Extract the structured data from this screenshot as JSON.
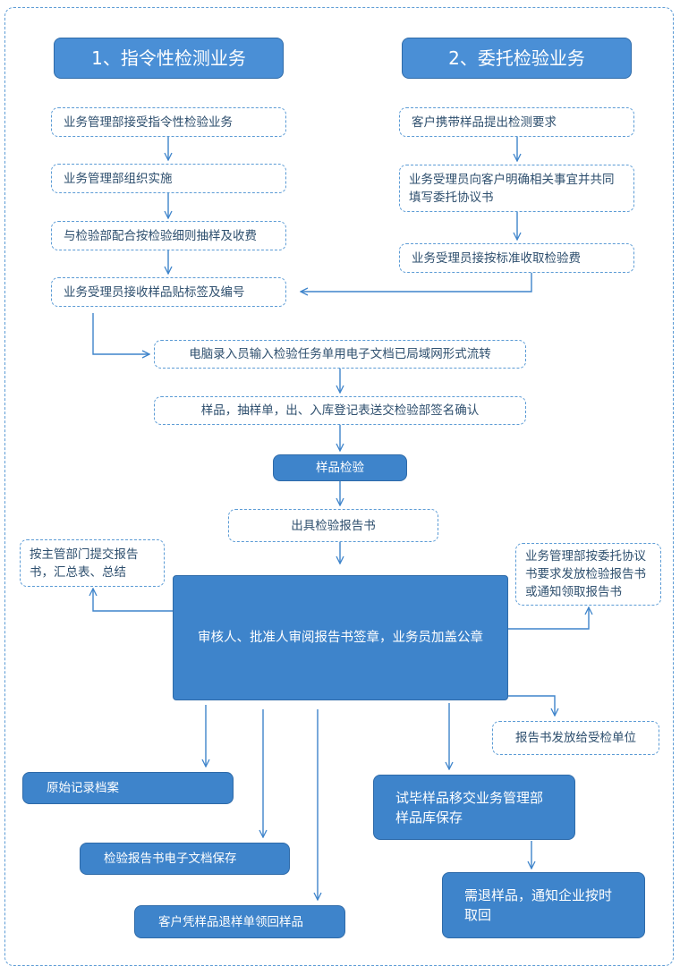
{
  "headers": {
    "left": "1、指令性检测业务",
    "right": "2、委托检验业务"
  },
  "left_flow": [
    "业务管理部接受指令性检验业务",
    "业务管理部组织实施",
    "与检验部配合按检验细则抽样及收费",
    "业务受理员接收样品贴标签及编号"
  ],
  "right_flow": [
    "客户携带样品提出检测要求",
    "业务受理员向客户明确相关事宜并共同填写委托协议书",
    "业务受理员接按标准收取检验费"
  ],
  "main_flow": {
    "entry": "电脑录入员输入检验任务单用电子文档已局域网形式流转",
    "register": "样品，抽样单，出、入库登记表送交检验部签名确认",
    "inspect": "样品检验",
    "report": "出具检验报告书",
    "review": "审核人、批准人审阅报告书签章，业务员加盖公章"
  },
  "side_notes": {
    "left": "按主管部门提交报告书，汇总表、总结",
    "right": "业务管理部按委托协议书要求发放检验报告书或通知领取报告书",
    "issue": "报告书发放给受检单位"
  },
  "outputs": {
    "archive": "原始记录档案",
    "e_doc": "检验报告书电子文档保存",
    "return_sample": "客户凭样品退样单领回样品",
    "transfer": "试毕样品移交业务管理部样品库保存",
    "notify": "需退样品，通知企业按时取回"
  },
  "colors": {
    "accent": "#3e84cb",
    "line": "#5b9bd5",
    "text": "#2e4f6e"
  }
}
